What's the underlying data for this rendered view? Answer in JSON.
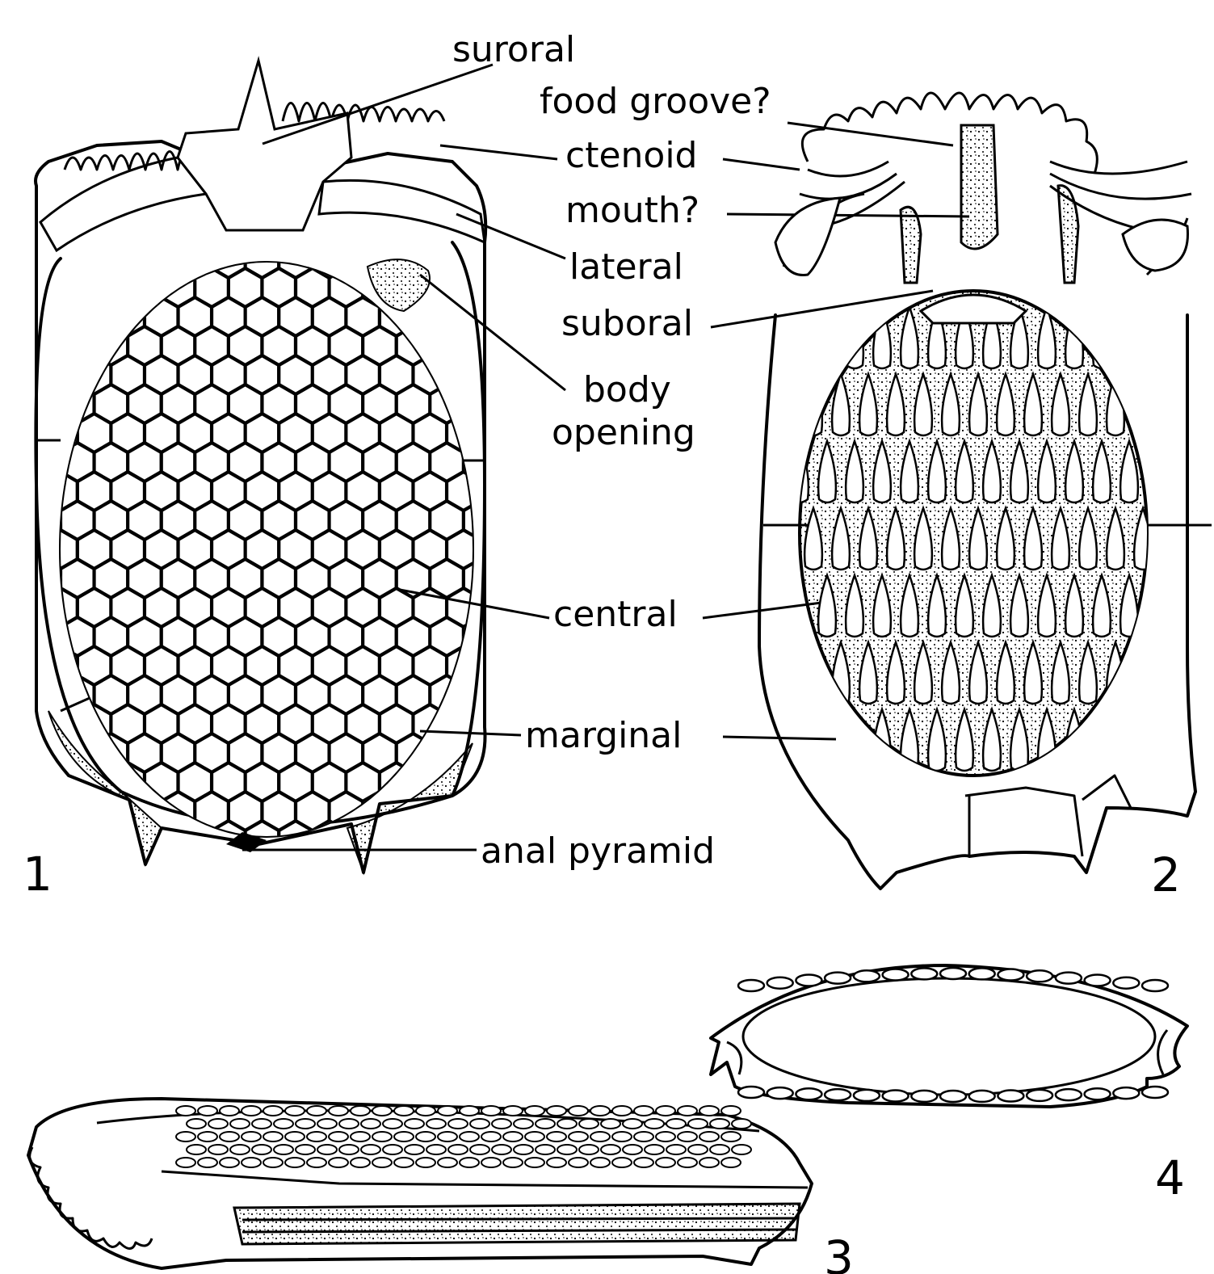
{
  "labels": {
    "suroral": "suroral",
    "food_groove": "food groove?",
    "ctenoid": "ctenoid",
    "mouth": "mouth?",
    "lateral": "lateral",
    "suboral": "suboral",
    "body": "body",
    "opening": "opening",
    "central": "central",
    "marginal": "marginal",
    "anal_pyramid": "anal pyramid"
  },
  "figure_numbers": {
    "fig1": "1",
    "fig2": "2",
    "fig3": "3",
    "fig4": "4"
  },
  "colors": {
    "ink": "#000000",
    "paper": "#ffffff"
  }
}
